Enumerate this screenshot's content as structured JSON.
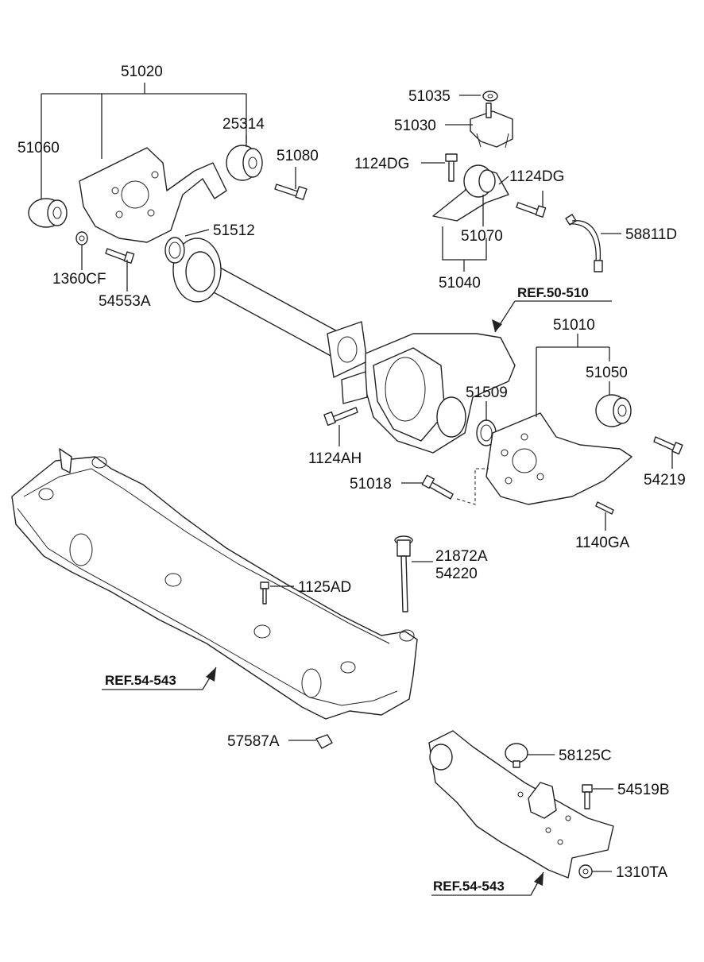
{
  "labels": {
    "p51020": "51020",
    "p51060": "51060",
    "p25314": "25314",
    "p51080": "51080",
    "p51512": "51512",
    "p1360CF": "1360CF",
    "p54553A": "54553A",
    "p51035": "51035",
    "p51030": "51030",
    "p1124DG_a": "1124DG",
    "p1124DG_b": "1124DG",
    "p51070": "51070",
    "p58811D": "58811D",
    "p51040": "51040",
    "p51010": "51010",
    "p51050": "51050",
    "p51509": "51509",
    "p1124AH": "1124AH",
    "p51018": "51018",
    "p54219": "54219",
    "p1140GA": "1140GA",
    "p21872A": "21872A",
    "p54220": "54220",
    "p1125AD": "1125AD",
    "p57587A": "57587A",
    "p58125C": "58125C",
    "p54519B": "54519B",
    "p1310TA": "1310TA"
  },
  "refs": {
    "ref_top": "REF.50-510",
    "ref_left": "REF.54-543",
    "ref_bottom": "REF.54-543"
  }
}
